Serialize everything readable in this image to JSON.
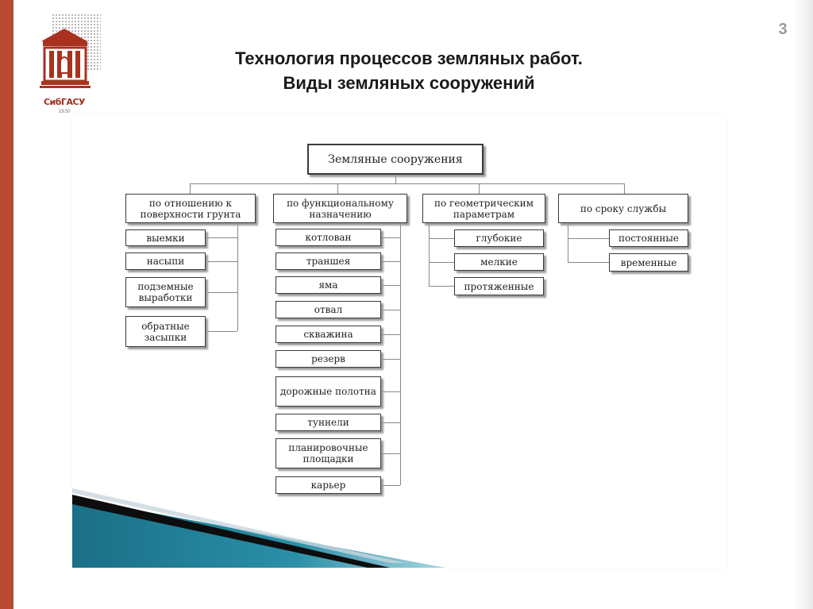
{
  "slide": {
    "number": "3",
    "title_line1": "Технология процессов земляных работ.",
    "title_line2": "Виды земляных сооружений"
  },
  "logo": {
    "caption": "СибГАСУ",
    "year": "1930"
  },
  "diagram": {
    "root": "Земляные сооружения",
    "categories": [
      {
        "label": "по отношению к поверхности грунта",
        "items": [
          "выемки",
          "насыпи",
          "подземные выработки",
          "обратные засыпки"
        ]
      },
      {
        "label": "по функциональному назначению",
        "items": [
          "котлован",
          "траншея",
          "яма",
          "отвал",
          "скважина",
          "резерв",
          "дорожные полотна",
          "туннели",
          "планировочные площадки",
          "карьер"
        ]
      },
      {
        "label": "по геометрическим параметрам",
        "items": [
          "глубокие",
          "мелкие",
          "протяженные"
        ]
      },
      {
        "label": "по сроку службы",
        "items": [
          "постоянные",
          "временные"
        ]
      }
    ]
  },
  "colors": {
    "accent_bar": "#b84a32",
    "wave_teal": "#1e7f95",
    "box_border": "#3a3a3a",
    "connector": "#888888"
  }
}
